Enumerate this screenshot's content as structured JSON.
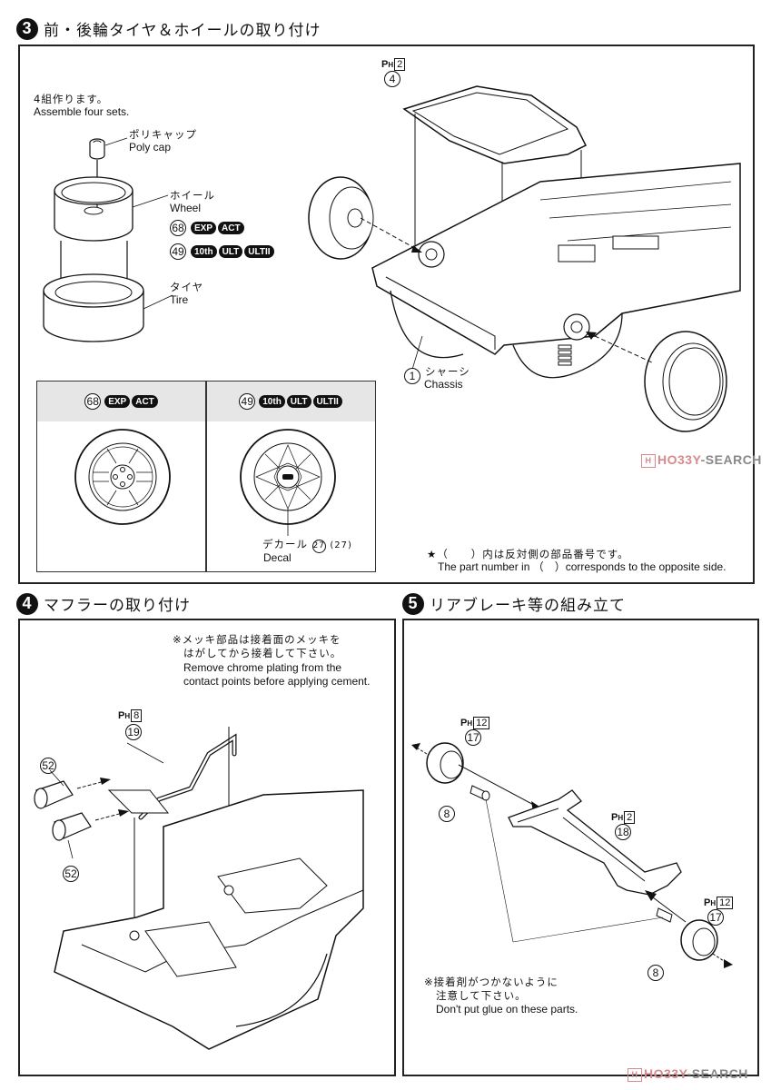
{
  "steps": [
    {
      "number": "3",
      "title": "前・後輪タイヤ＆ホイールの取り付け",
      "instruction_jp": "4組作ります。",
      "instruction_en": "Assemble four sets.",
      "parts": {
        "polycap_jp": "ポリキャップ",
        "polycap_en": "Poly cap",
        "wheel_jp": "ホイール",
        "wheel_en": "Wheel",
        "tire_jp": "タイヤ",
        "tire_en": "Tire",
        "chassis_num": "1",
        "chassis_jp": "シャーシ",
        "chassis_en": "Chassis",
        "subframe_num": "4",
        "subframe_ph": "2"
      },
      "wheel_variants": [
        {
          "part": "68",
          "grades": [
            "EXP",
            "ACT"
          ]
        },
        {
          "part": "49",
          "grades": [
            "10th",
            "ULT",
            "ULTII"
          ]
        }
      ],
      "decal": {
        "jp": "デカール",
        "num": "27",
        "alt_num": "(27)",
        "en": "Decal"
      },
      "note_jp": "★（　　）内は反対側の部品番号です。",
      "note_en": "The part number in （　）corresponds to the opposite side."
    },
    {
      "number": "4",
      "title": "マフラーの取り付け",
      "note_jp_1": "※メッキ部品は接着面のメッキを",
      "note_jp_2": "はがしてから接着して下さい。",
      "note_en_1": "Remove chrome plating from the",
      "note_en_2": "contact points before applying cement.",
      "muffler_num": "19",
      "muffler_ph": "8",
      "tip_num": "52"
    },
    {
      "number": "5",
      "title": "リアブレーキ等の組み立て",
      "brake_num": "17",
      "brake_ph": "12",
      "pin_num": "8",
      "arm_num": "18",
      "arm_ph": "2",
      "note_jp_1": "※接着剤がつかないように",
      "note_jp_2": "注意して下さい。",
      "note_en": "Don't put glue on these parts."
    }
  ],
  "ph_prefix": "P",
  "ph_sub": "H",
  "watermark": {
    "brand_a": "HO33Y",
    "brand_b": "-SEARCH",
    "logo": "H"
  },
  "colors": {
    "watermark": "#d8898c",
    "watermark_dark": "#888888",
    "panel_header": "#e6e6e6"
  }
}
